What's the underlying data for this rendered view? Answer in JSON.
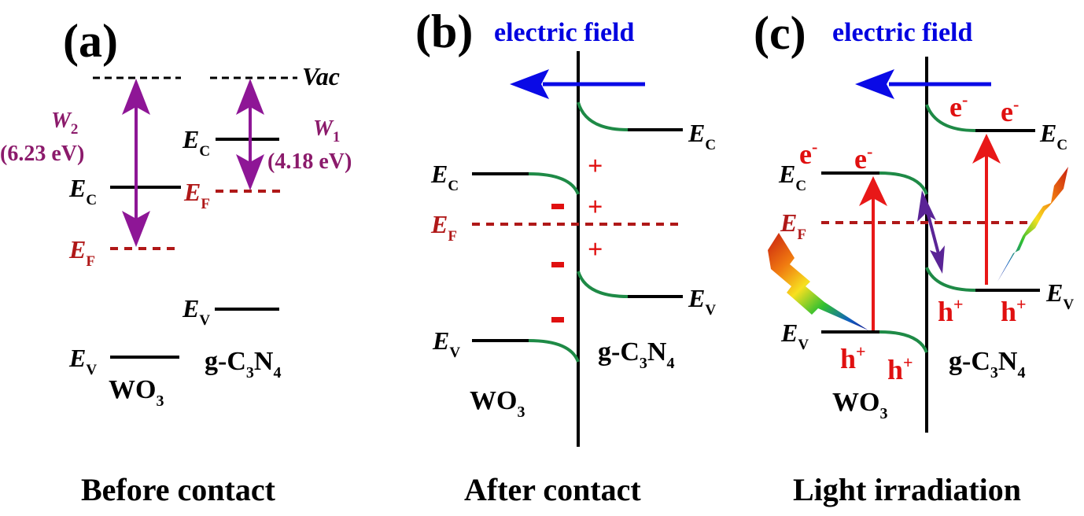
{
  "figure": {
    "panels": [
      {
        "id": "a",
        "label": "(a)",
        "caption": "Before contact",
        "vacuum_label": "Vac",
        "materials": [
          {
            "name": "WO",
            "sub": "3",
            "Ec": "E",
            "Ec_sub": "C",
            "Ef": "E",
            "Ef_sub": "F",
            "Ev": "E",
            "Ev_sub": "V",
            "work_function_symbol": "W",
            "work_function_sub": "2",
            "work_function_value": "(6.23 eV)"
          },
          {
            "name_pre": "g-C",
            "sub1": "3",
            "name_mid": "N",
            "sub2": "4",
            "Ec": "E",
            "Ec_sub": "C",
            "Ef": "E",
            "Ef_sub": "F",
            "Ev": "E",
            "Ev_sub": "V",
            "work_function_symbol": "W",
            "work_function_sub": "1",
            "work_function_value": "(4.18 eV)"
          }
        ]
      },
      {
        "id": "b",
        "label": "(b)",
        "caption": "After contact",
        "field_label": "electric field",
        "charges_left": [
          "-",
          "-",
          "-"
        ],
        "charges_right": [
          "+",
          "+",
          "+"
        ],
        "left_material": {
          "name": "WO",
          "sub": "3"
        },
        "right_material": {
          "pre": "g-C",
          "sub1": "3",
          "mid": "N",
          "sub2": "4"
        },
        "levels": {
          "E": "E",
          "C": "C",
          "F": "F",
          "V": "V"
        }
      },
      {
        "id": "c",
        "label": "(c)",
        "caption": "Light irradiation",
        "field_label": "electric field",
        "electron": "e",
        "electron_sup": "-",
        "hole": "h",
        "hole_sup": "+",
        "left_material": {
          "name": "WO",
          "sub": "3"
        },
        "right_material": {
          "pre": "g-C",
          "sub1": "3",
          "mid": "N",
          "sub2": "4"
        },
        "levels": {
          "E": "E",
          "C": "C",
          "F": "F",
          "V": "V"
        }
      }
    ],
    "colors": {
      "band": "#000000",
      "fermi": "#b01818",
      "bending": "#1e8a46",
      "field_arrow": "#0a0ae6",
      "work_function_arrow": "#8e1696",
      "work_function_text": "#8b1a6b",
      "excitation_arrow": "#e81818",
      "transfer_arrow": "#5a2496",
      "carrier_text": "#e01010"
    }
  }
}
